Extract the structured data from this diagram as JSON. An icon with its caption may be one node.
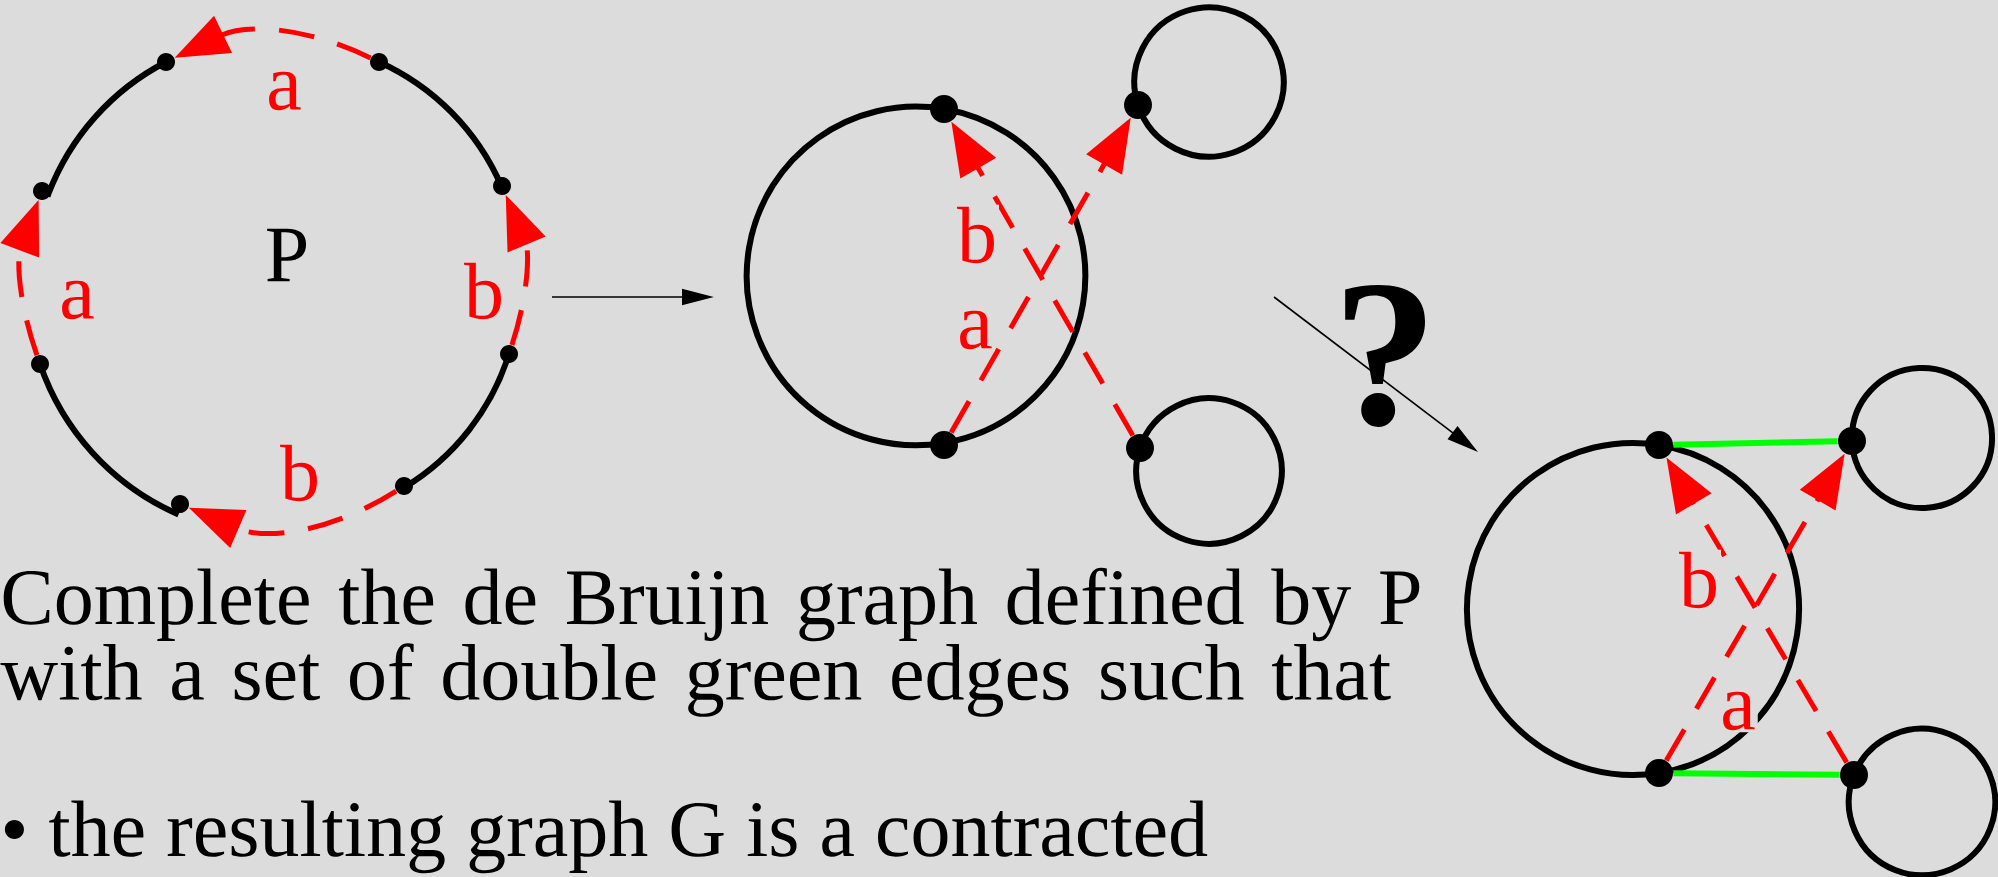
{
  "diagram": {
    "nodes": [
      {
        "text": [],
        "shape": "circle"
      },
      {
        "text": [],
        "shape": "circle"
      },
      {
        "text": [],
        "shape": "circle"
      },
      {
        "text": [],
        "shape": "circle"
      },
      {
        "text": [],
        "shape": "circle"
      },
      {
        "text": [],
        "shape": "circle"
      },
      {
        "text": [],
        "shape": "circle"
      },
      {
        "text": [],
        "shape": "circle"
      },
      {
        "text": [],
        "shape": "circle"
      },
      {
        "text": [],
        "shape": "circle"
      },
      {
        "text": [],
        "shape": "circle"
      },
      {
        "text": [],
        "shape": "circle"
      },
      {
        "text": [],
        "shape": "circle"
      },
      {
        "text": [],
        "shape": "circle"
      },
      {
        "text": [],
        "shape": "circle"
      },
      {
        "text": [],
        "shape": "circle"
      }
    ],
    "edges": [
      {
        "from": 0,
        "to": 2,
        "arrow": "none"
      },
      {
        "from": 1,
        "to": 3,
        "arrow": "none"
      },
      {
        "from": 4,
        "to": 6,
        "arrow": "none"
      },
      {
        "from": 5,
        "to": 7,
        "arrow": "none"
      },
      {
        "from": 1,
        "to": 0,
        "arrow": "to",
        "label": "a",
        "style": "dashed",
        "color": "#ff0000"
      },
      {
        "from": 4,
        "to": 2,
        "arrow": "to",
        "label": "a",
        "style": "dashed",
        "color": "#ff0000"
      },
      {
        "from": 5,
        "to": 3,
        "arrow": "to",
        "label": "b",
        "style": "dashed",
        "color": "#ff0000"
      },
      {
        "from": 7,
        "to": 6,
        "arrow": "to",
        "label": "b",
        "style": "dashed",
        "color": "#ff0000"
      },
      {
        "from": 8,
        "to": 9,
        "arrow": "none"
      },
      {
        "from": 8,
        "to": 9,
        "arrow": "none"
      },
      {
        "from": 10,
        "to": 10,
        "arrow": "none"
      },
      {
        "from": 11,
        "to": 11,
        "arrow": "none"
      },
      {
        "from": 9,
        "to": 10,
        "arrow": "to",
        "label": "a",
        "style": "dashed",
        "color": "#ff0000"
      },
      {
        "from": 11,
        "to": 8,
        "arrow": "to",
        "label": "b",
        "style": "dashed",
        "color": "#ff0000"
      },
      {
        "from": 12,
        "to": 13,
        "arrow": "none"
      },
      {
        "from": 12,
        "to": 13,
        "arrow": "none"
      },
      {
        "from": 14,
        "to": 14,
        "arrow": "none"
      },
      {
        "from": 15,
        "to": 15,
        "arrow": "none"
      },
      {
        "from": 13,
        "to": 14,
        "arrow": "to",
        "label": "a",
        "style": "dashed",
        "color": "#ff0000"
      },
      {
        "from": 15,
        "to": 12,
        "arrow": "to",
        "label": "b",
        "style": "dashed",
        "color": "#ff0000"
      },
      {
        "from": 12,
        "to": 14,
        "arrow": "none",
        "color": "#00ff00"
      },
      {
        "from": 13,
        "to": 15,
        "arrow": "none",
        "color": "#00ff00"
      }
    ],
    "labels": [
      "P",
      "?",
      "Complete the de Bruijn graph defined by P with a set of double green edges such that",
      "• the resulting graph G is a contracted"
    ]
  }
}
